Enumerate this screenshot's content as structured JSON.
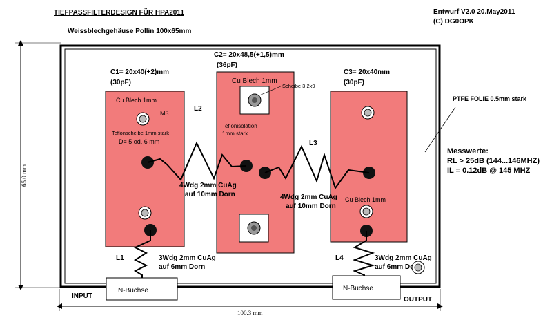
{
  "header": {
    "title": "TIEFPASSFILTERDESIGN FÜR HPA2011",
    "subtitle": "Weissblechgehäuse Pollin 100x65mm",
    "version": "Entwurf V2.0 20.May2011",
    "author": "(C) DG0OPK"
  },
  "plates": {
    "c1": {
      "title": "C1= 20x40(+2)mm",
      "cap": "(30pF)",
      "material": "Cu Blech 1mm",
      "screw": "M3",
      "washer_note": "Teflonscheibe 1mm stark",
      "washer_dim": "D= 5 od. 6 mm"
    },
    "c2": {
      "title": "C2= 20x48,5(+1,5)mm",
      "cap": "(36pF)",
      "material": "Cu Blech 1mm",
      "washer": "Scheibe 3.2x9",
      "insulation1": "Teflonisolation",
      "insulation2": "1mm stark"
    },
    "c3": {
      "title": "C3= 20x40mm",
      "cap": "(30pF)",
      "material": "Cu Blech 1mm"
    }
  },
  "coils": {
    "l1": {
      "name": "L1",
      "spec1": "3Wdg 2mm CuAg",
      "spec2": "auf 6mm Dorn"
    },
    "l2": {
      "name": "L2",
      "spec1": "4Wdg 2mm CuAg",
      "spec2": "auf 10mm Dorn"
    },
    "l3": {
      "name": "L3",
      "spec1": "4Wdg 2mm CuAg",
      "spec2": "auf 10mm Dorn"
    },
    "l4": {
      "name": "L4",
      "spec1": "3Wdg 2mm CuAg",
      "spec2": "auf 6mm Dorn"
    }
  },
  "connectors": {
    "input_name": "N-Buchse",
    "output_name": "N-Buchse",
    "input_label": "INPUT",
    "output_label": "OUTPUT"
  },
  "ptfe_note": "PTFE FOLIE 0.5mm stark",
  "measurements": {
    "title": "Messwerte:",
    "rl": "RL > 25dB (144...146MHZ)",
    "il": "IL = 0.12dB @ 145 MHZ"
  },
  "dimensions": {
    "height": "65.0 mm",
    "width": "100.3 mm"
  },
  "colors": {
    "plate": "#f27b7b",
    "outline": "#000000"
  }
}
